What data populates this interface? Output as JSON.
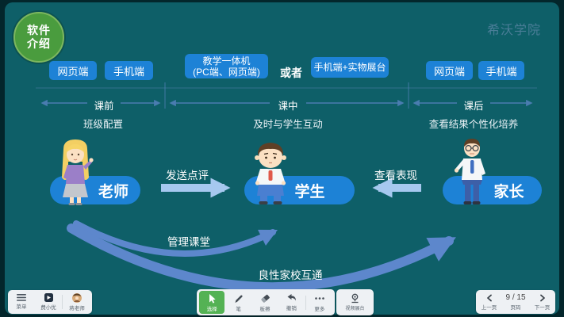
{
  "slide": {
    "badge": {
      "line1": "软件",
      "line2": "介绍"
    },
    "watermark": "希沃学院",
    "platforms": {
      "pre": {
        "web": "网页端",
        "mobile": "手机端"
      },
      "during_box": {
        "line1": "教学一体机",
        "line2": "(PC端、网页端)"
      },
      "or_text": "或者",
      "during_box2": "手机端+实物展台",
      "post": {
        "web": "网页端",
        "mobile": "手机端"
      }
    },
    "timeline": {
      "phases": [
        {
          "label": "课前",
          "desc": "班级配置"
        },
        {
          "label": "课中",
          "desc": "及时与学生互动"
        },
        {
          "label": "课后",
          "desc": "查看结果个性化培养"
        }
      ]
    },
    "actors": {
      "teacher": "老师",
      "student": "学生",
      "parent": "家长"
    },
    "relations": {
      "send_review": "发送点评",
      "view_performance": "查看表现",
      "manage_class": "管理课堂",
      "home_school": "良性家校互通"
    }
  },
  "toolbar_left": {
    "menu": "菜单",
    "assistant": "费小优",
    "user": "蒋老师"
  },
  "toolbar_center": {
    "tools": [
      {
        "label": "选择"
      },
      {
        "label": "笔"
      },
      {
        "label": "板擦"
      },
      {
        "label": "撤销"
      },
      {
        "label": "更多"
      }
    ],
    "stage": "视频展台"
  },
  "pager": {
    "prev": "上一页",
    "page": "9 / 15",
    "page_label": "页码",
    "next": "下一页"
  },
  "colors": {
    "frame": "#03262b",
    "slide_bg": "#0e5f68",
    "accent_blue": "#1d82d6",
    "badge_green": "#4a9c3e",
    "arrow_light": "#a6c8ef",
    "arrow_curve": "#5d87cc",
    "timeline_line": "#4a7cb0",
    "tool_active_green": "#54b254"
  }
}
